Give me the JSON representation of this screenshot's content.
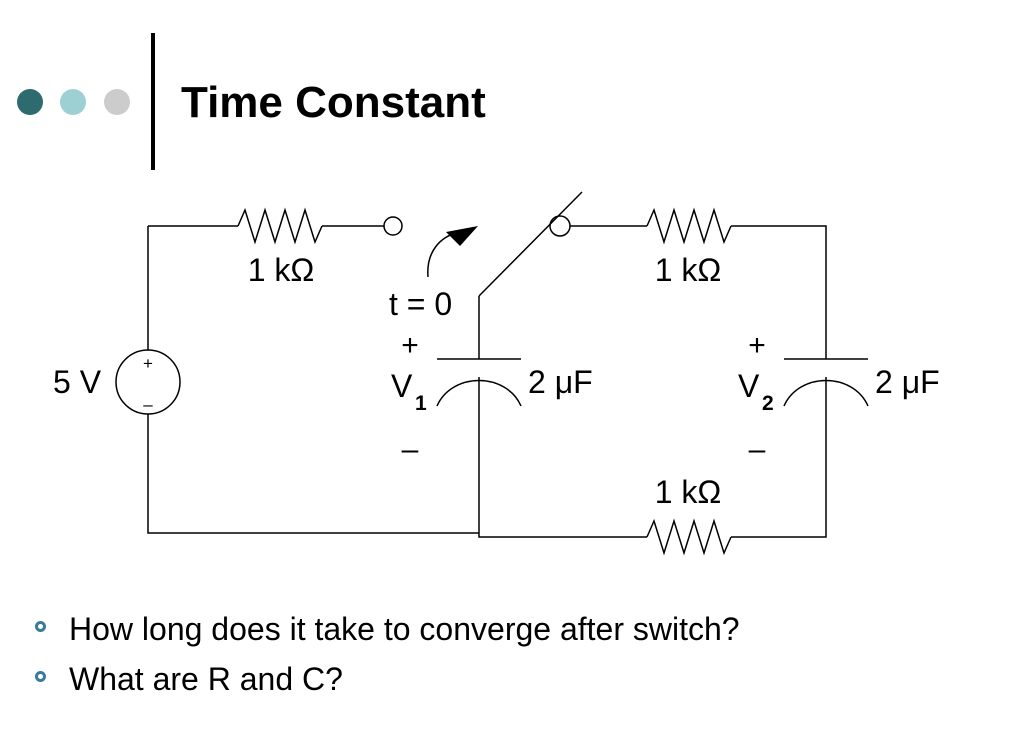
{
  "slide": {
    "title": "Time Constant",
    "dot_colors": [
      "#2e6b6f",
      "#9dd0d3",
      "#cccccc"
    ],
    "bullet_color": "#3a7a9b"
  },
  "circuit": {
    "source_label": "5 V",
    "source_plus": "+",
    "source_minus": "–",
    "r1_label": "1 kΩ",
    "r2_label": "1 kΩ",
    "r3_label": "1 kΩ",
    "switch_label": "t = 0",
    "c1_label": "2 μF",
    "c2_label": "2 μF",
    "v1_plus": "+",
    "v1_minus": "–",
    "v1_letter": "V",
    "v1_sub": "1",
    "v2_plus": "+",
    "v2_minus": "–",
    "v2_letter": "V",
    "v2_sub": "2"
  },
  "bullets": [
    "How long does it take to converge after switch?",
    "What are R and C?"
  ]
}
